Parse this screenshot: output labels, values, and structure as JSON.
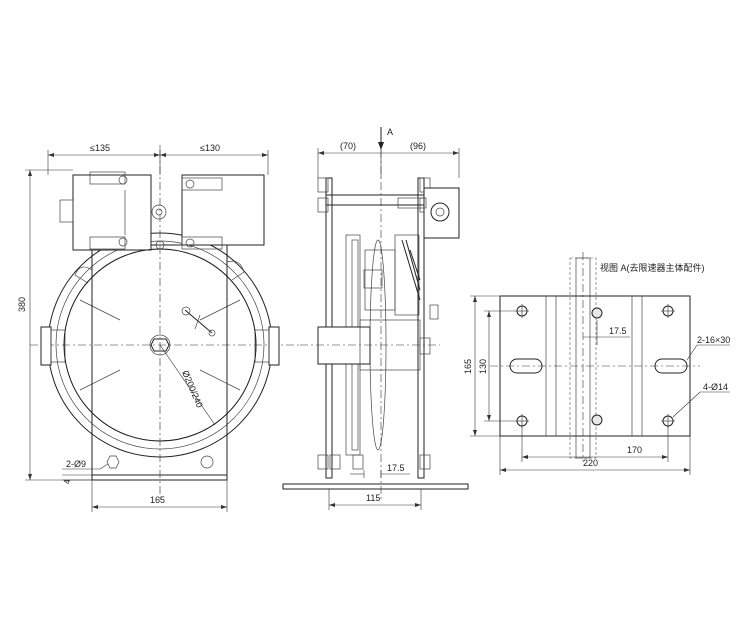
{
  "front_view": {
    "dim_top_left": "≤135",
    "dim_top_right": "≤130",
    "dim_height": "380",
    "dim_bottom": "165",
    "hole_label": "2-Ø9",
    "plate_thickness": "4",
    "pulley_diameter": "Ø200/240"
  },
  "side_view": {
    "view_arrow_label": "A",
    "dim_left": "(70)",
    "dim_right": "(96)",
    "dim_offset": "17.5",
    "dim_base": "115"
  },
  "view_a": {
    "title": "视图 A(去限速器主体配件)",
    "dim_offset": "17.5",
    "dim_height_outer": "165",
    "dim_height_inner": "130",
    "slot_label": "2-16×30",
    "hole_label": "4-Ø14",
    "dim_width_inner": "170",
    "dim_width_outer": "220"
  }
}
